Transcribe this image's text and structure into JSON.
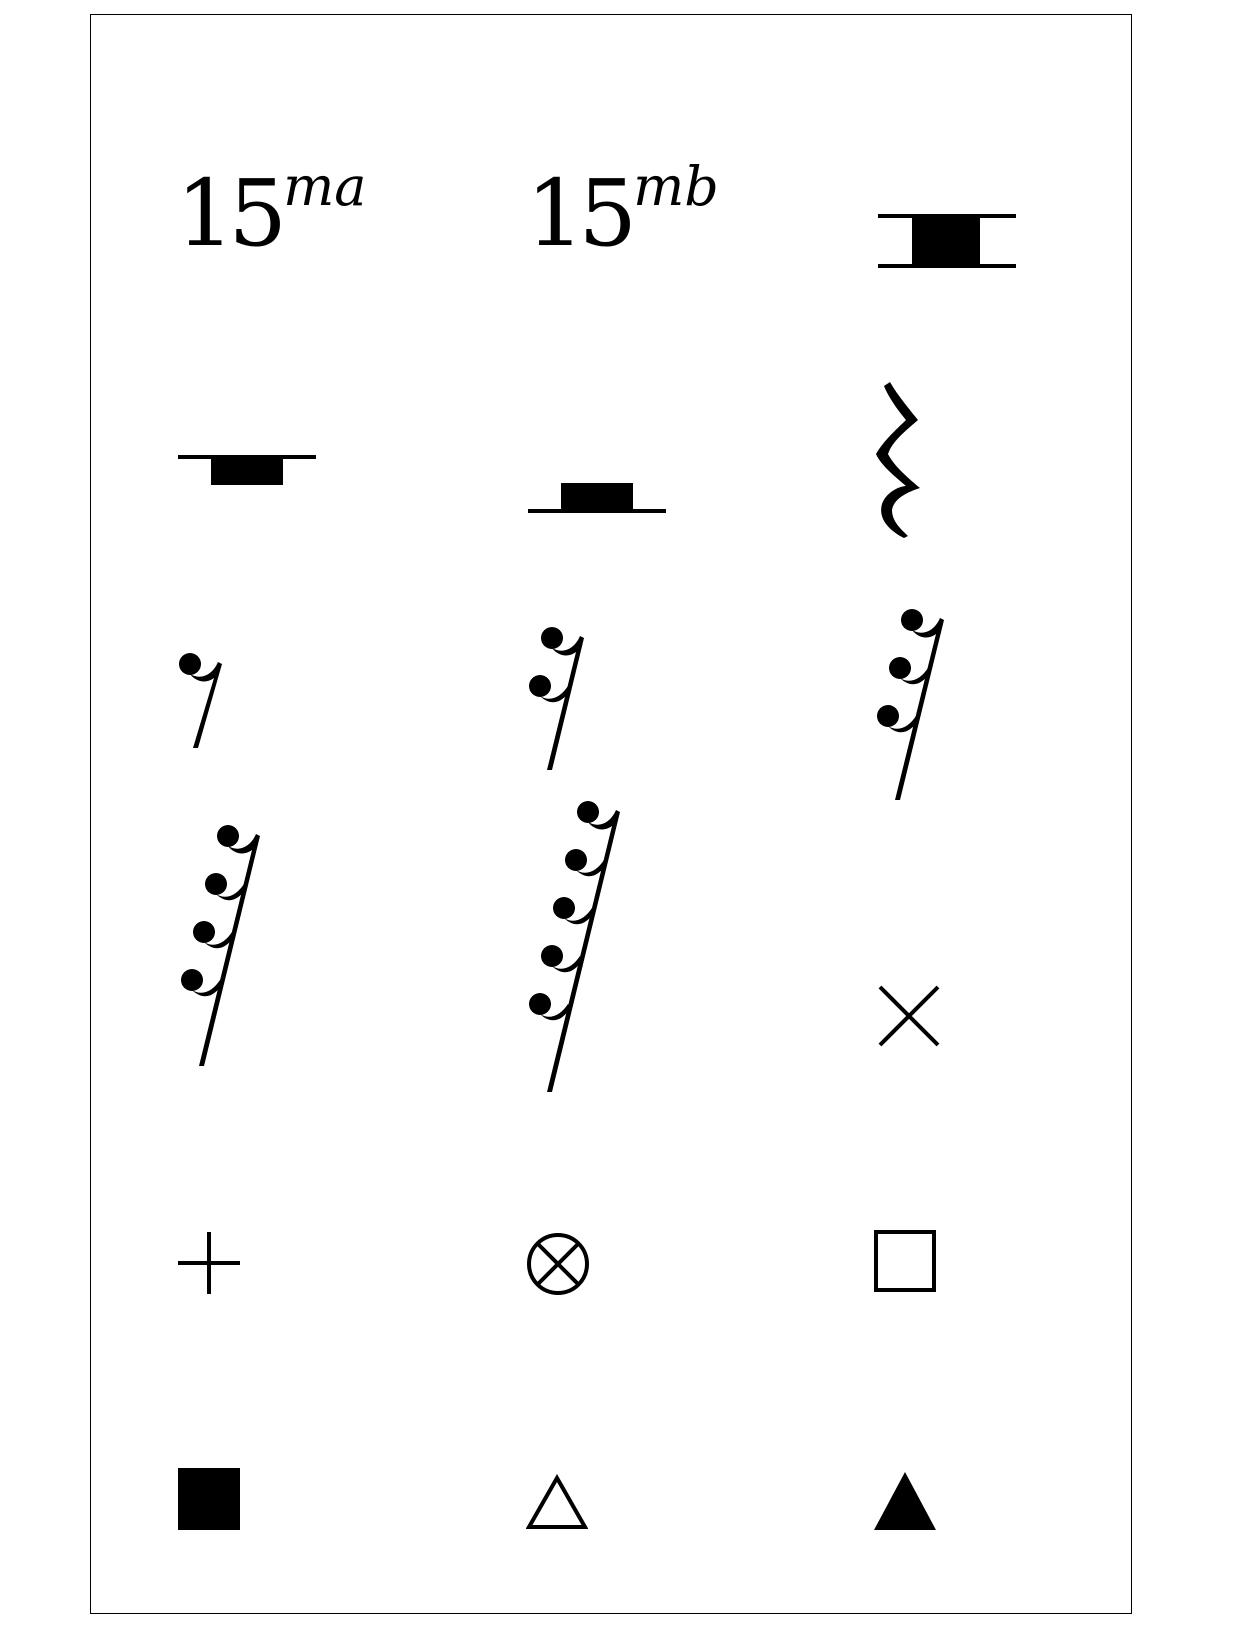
{
  "symbols": {
    "ottava_15ma": {
      "number": "15",
      "suffix": "ma"
    },
    "ottava_15mb": {
      "number": "15",
      "suffix": "mb"
    }
  },
  "glyph_names": [
    "fifteenma-text",
    "fifteenmb-text",
    "breve-rest",
    "whole-rest",
    "half-rest",
    "quarter-rest",
    "eighth-rest",
    "sixteenth-rest",
    "thirty-second-rest",
    "sixty-fourth-rest",
    "one-twenty-eighth-rest",
    "x-notehead",
    "plus-notehead",
    "circle-x-notehead",
    "open-square-notehead",
    "filled-square-notehead",
    "open-triangle-notehead",
    "filled-triangle-notehead"
  ],
  "colors": {
    "ink": "#000000",
    "background": "#ffffff"
  }
}
